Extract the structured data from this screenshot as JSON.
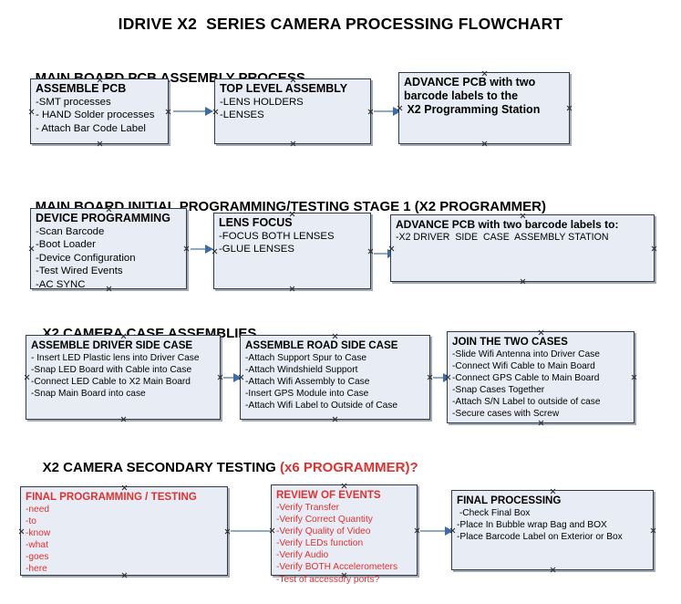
{
  "title": "IDRIVE X2  SERIES CAMERA PROCESSING FLOWCHART",
  "sections": [
    {
      "heading": "MAIN BOARD PCB ASSEMBLY PROCESS",
      "heading_accent": "",
      "boxes": [
        {
          "title": "ASSEMBLE PCB",
          "lines": [
            "-SMT processes",
            "- HAND Solder processes",
            "- Attach Bar Code Label"
          ]
        },
        {
          "title": "TOP LEVEL ASSEMBLY",
          "lines": [
            "-LENS HOLDERS",
            "-LENSES"
          ]
        },
        {
          "title": "ADVANCE PCB with two",
          "lines": [
            "barcode labels to the",
            " X2 Programming Station"
          ]
        }
      ]
    },
    {
      "heading": "MAIN BOARD INITIAL PROGRAMMING/TESTING STAGE 1 (X2 PROGRAMMER)",
      "heading_accent": "",
      "boxes": [
        {
          "title": "DEVICE PROGRAMMING",
          "lines": [
            "-Scan Barcode",
            "-Boot Loader",
            "-Device Configuration",
            "-Test Wired Events",
            "-AC SYNC"
          ]
        },
        {
          "title": "LENS FOCUS",
          "lines": [
            "-FOCUS BOTH LENSES",
            "-GLUE LENSES"
          ]
        },
        {
          "title": "ADVANCE PCB with two barcode labels to:",
          "lines": [
            "-X2 DRIVER  SIDE  CASE  ASSEMBLY STATION"
          ]
        }
      ]
    },
    {
      "heading": "X2 CAMERA CASE ASSEMBLIES",
      "heading_accent": "",
      "boxes": [
        {
          "title": "ASSEMBLE DRIVER SIDE CASE",
          "lines": [
            "- Insert LED Plastic lens into Driver Case",
            "-Snap LED Board with Cable into Case",
            "-Connect LED Cable to X2 Main Board",
            "-Snap Main Board into case"
          ]
        },
        {
          "title": "ASSEMBLE ROAD SIDE CASE",
          "lines": [
            "-Attach Support Spur to Case",
            "-Attach Windshield Support",
            "-Attach Wifi Assembly to Case",
            "-Insert GPS Module into Case",
            "-Attach Wifi Label to Outside of Case"
          ]
        },
        {
          "title": "JOIN THE TWO CASES",
          "lines": [
            "-Slide Wifi Antenna into Driver Case",
            "-Connect Wifi Cable to Main Board",
            "-Connect GPS Cable to Main Board",
            "-Snap Cases Together",
            "-Attach S/N Label to outside of case",
            "-Secure cases with Screw"
          ]
        }
      ]
    },
    {
      "heading": "X2 CAMERA SECONDARY TESTING ",
      "heading_accent": "(x6 PROGRAMMER)?",
      "boxes": [
        {
          "title": "FINAL PROGRAMMING / TESTING",
          "lines": [
            "-need",
            "-to",
            "-know",
            "-what",
            "-goes",
            "-here"
          ]
        },
        {
          "title": "REVIEW OF EVENTS",
          "lines": [
            "-Verify Transfer",
            "-Verify Correct Quantity",
            "-Verify Quality of Video",
            "-Verify LEDs function",
            "-Verify Audio",
            "-Verify BOTH Accelerometers"
          ],
          "overflow_line": "-Test of accessory ports?"
        },
        {
          "title": "FINAL PROCESSING",
          "lines": [
            " -Check Final Box",
            "-Place In Bubble wrap Bag and BOX",
            "-Place Barcode Label on Exterior or Box"
          ]
        }
      ]
    }
  ],
  "colors": {
    "box_fill": "#e8edf5",
    "box_border": "#2f3a4a",
    "connector": "#8fa9c4",
    "arrowhead": "#3b6ea8",
    "accent_red": "#e03131",
    "text": "#000000"
  }
}
